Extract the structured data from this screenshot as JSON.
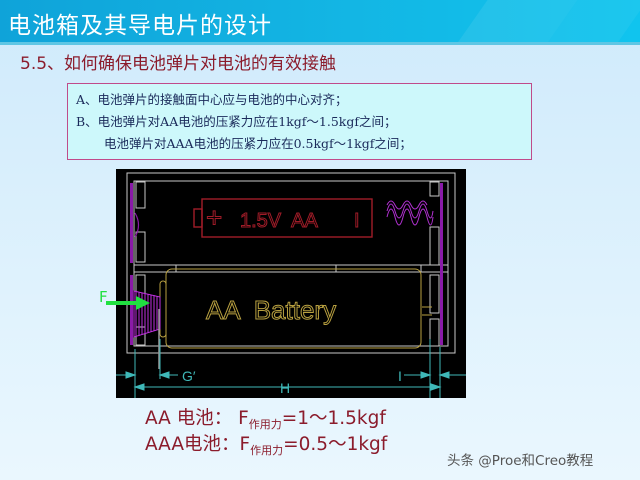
{
  "header": {
    "title": "电池箱及其导电片的设计"
  },
  "section": {
    "subtitle": "5.5、如何确保电池弹片对电池的有效接触"
  },
  "rules_box": {
    "line_a": "A、电池弹片的接触面中心应与电池的中心对齐；",
    "line_b1": "B、电池弹片对AA电池的压紧力应在1kgf～1.5kgf之间；",
    "line_b2": "电池弹片对AAA电池的压紧力应在0.5kgf～1kgf之间；"
  },
  "diagram": {
    "top_battery_label": "1.5V  AA",
    "plus_sign": "+",
    "minus_mark": "I",
    "bottom_battery_label": "AA  Battery",
    "force_label": "F",
    "dim_g": "G′",
    "dim_h": "H",
    "dim_i": "I",
    "colors": {
      "background": "#000000",
      "frame": "#c8c8c8",
      "spring": "#a020c0",
      "top_battery": "#a01c28",
      "bottom_battery": "#b8a040",
      "dimension": "#3fb8b8",
      "force_arrow": "#20e040"
    }
  },
  "formulas": {
    "aa_prefix": "AA  电池：  F",
    "aa_sub": "作用力",
    "aa_value": "=1～1.5kgf",
    "aaa_prefix": "AAA电池：F",
    "aaa_sub": "作用力",
    "aaa_value": "=0.5～1kgf"
  },
  "watermark": {
    "text": "头条 @Proe和Creo教程"
  }
}
